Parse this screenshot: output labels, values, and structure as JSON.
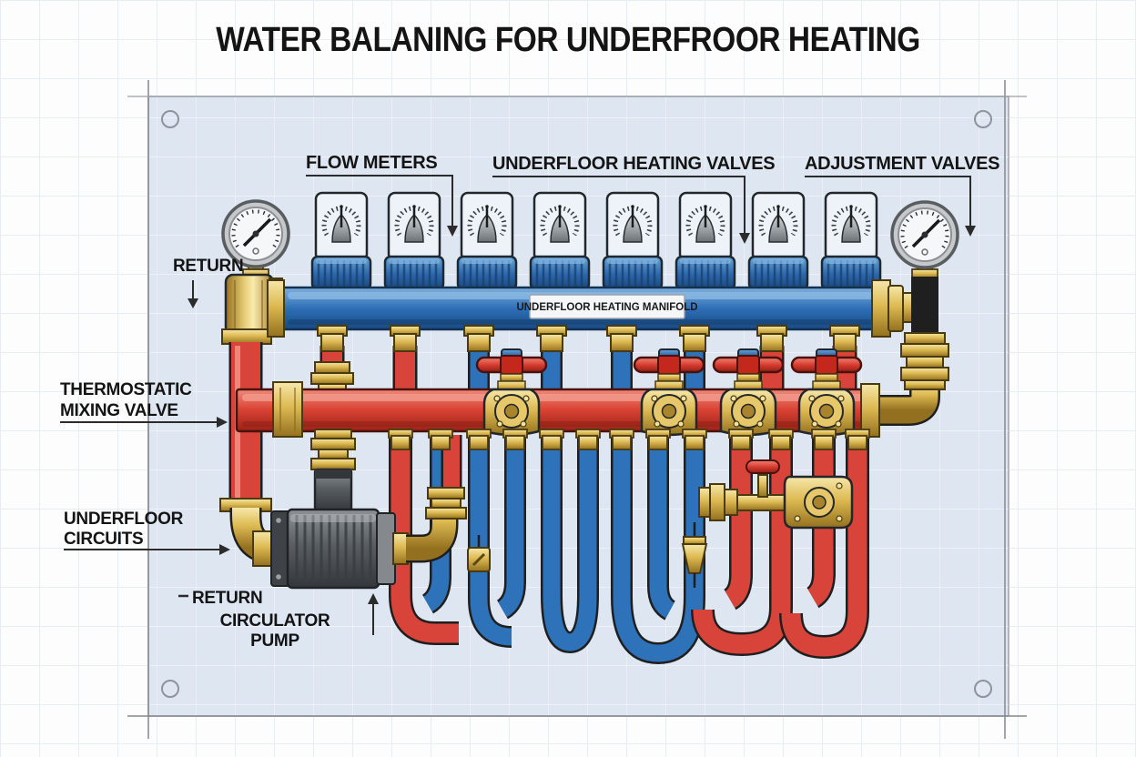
{
  "labels": {
    "title": "WATER BALANING FOR UNDERFROOR HEATING",
    "flow_meters": "FLOW METERS",
    "underfloor_heating_valves": "UNDERFLOOR HEATING VALVES",
    "adjustment_valves": "ADJUSTMENT VALVES",
    "return_top": "RETURN",
    "thermostatic_line1": "THERMOSTATIC",
    "thermostatic_line2": "MIXING VALVE",
    "underfloor_circuits_line1": "UNDERFLOOR",
    "underfloor_circuits_line2": "CIRCUITS",
    "return_bottom": "RETURN",
    "circulator_line1": "CIRCULATOR",
    "circulator_line2": "PUMP",
    "manifold_tag": "UNDERFLOOR HEATING MANIFOLD"
  },
  "colors": {
    "supply_blue": "#2e6fb7",
    "return_red": "#d8443a",
    "brass": "#ddba52",
    "pump_gray": "#54585c",
    "panel": "#dde6f1"
  },
  "components": {
    "flow_meter_count": 8,
    "manifold_valve_count": 4,
    "pressure_gauge_count": 2,
    "circuit_connection_count": 13,
    "manifolds": [
      "supply (blue)",
      "return (red)"
    ]
  }
}
